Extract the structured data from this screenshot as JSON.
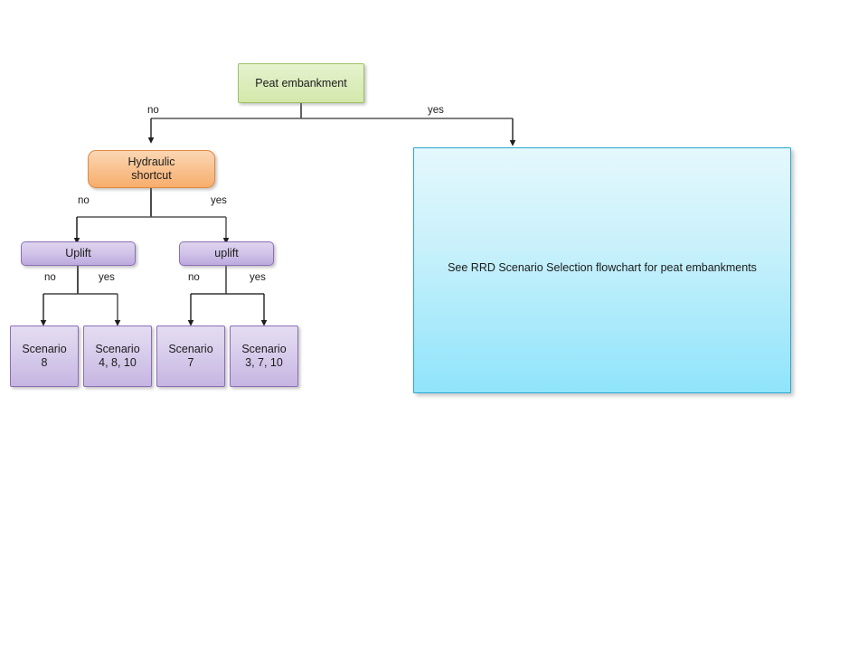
{
  "diagram": {
    "title": "Peat embankment scenario selection flowchart",
    "background": "#ffffff",
    "colors": {
      "green_fill": "#dcedbd",
      "green_border": "#9cc264",
      "orange_fill": "#f9c493",
      "orange_border": "#e08a3e",
      "purple_fill": "#d2c5e9",
      "purple_border": "#8a6fb5",
      "cyan_fill": "#c9f1fb",
      "cyan_border": "#2ba8cf",
      "connector": "#3a3a3a",
      "text": "#1b1b1b"
    },
    "nodes": {
      "root": {
        "label": "Peat embankment"
      },
      "hydraulic_shortcut": {
        "label": "Hydraulic\nshortcut"
      },
      "uplift_left": {
        "label": "Uplift"
      },
      "uplift_right": {
        "label": "uplift"
      },
      "scenario_1": {
        "label": "Scenario\n8"
      },
      "scenario_2": {
        "label": "Scenario\n4, 8, 10"
      },
      "scenario_3": {
        "label": "Scenario\n7"
      },
      "scenario_4": {
        "label": "Scenario\n3, 7, 10"
      },
      "rrd_panel": {
        "label": "See RRD Scenario Selection flowchart for peat embankments"
      }
    },
    "edge_labels": {
      "root_no": "no",
      "root_yes": "yes",
      "hs_no": "no",
      "hs_yes": "yes",
      "uplift_left_no": "no",
      "uplift_left_yes": "yes",
      "uplift_right_no": "no",
      "uplift_right_yes": "yes"
    }
  }
}
